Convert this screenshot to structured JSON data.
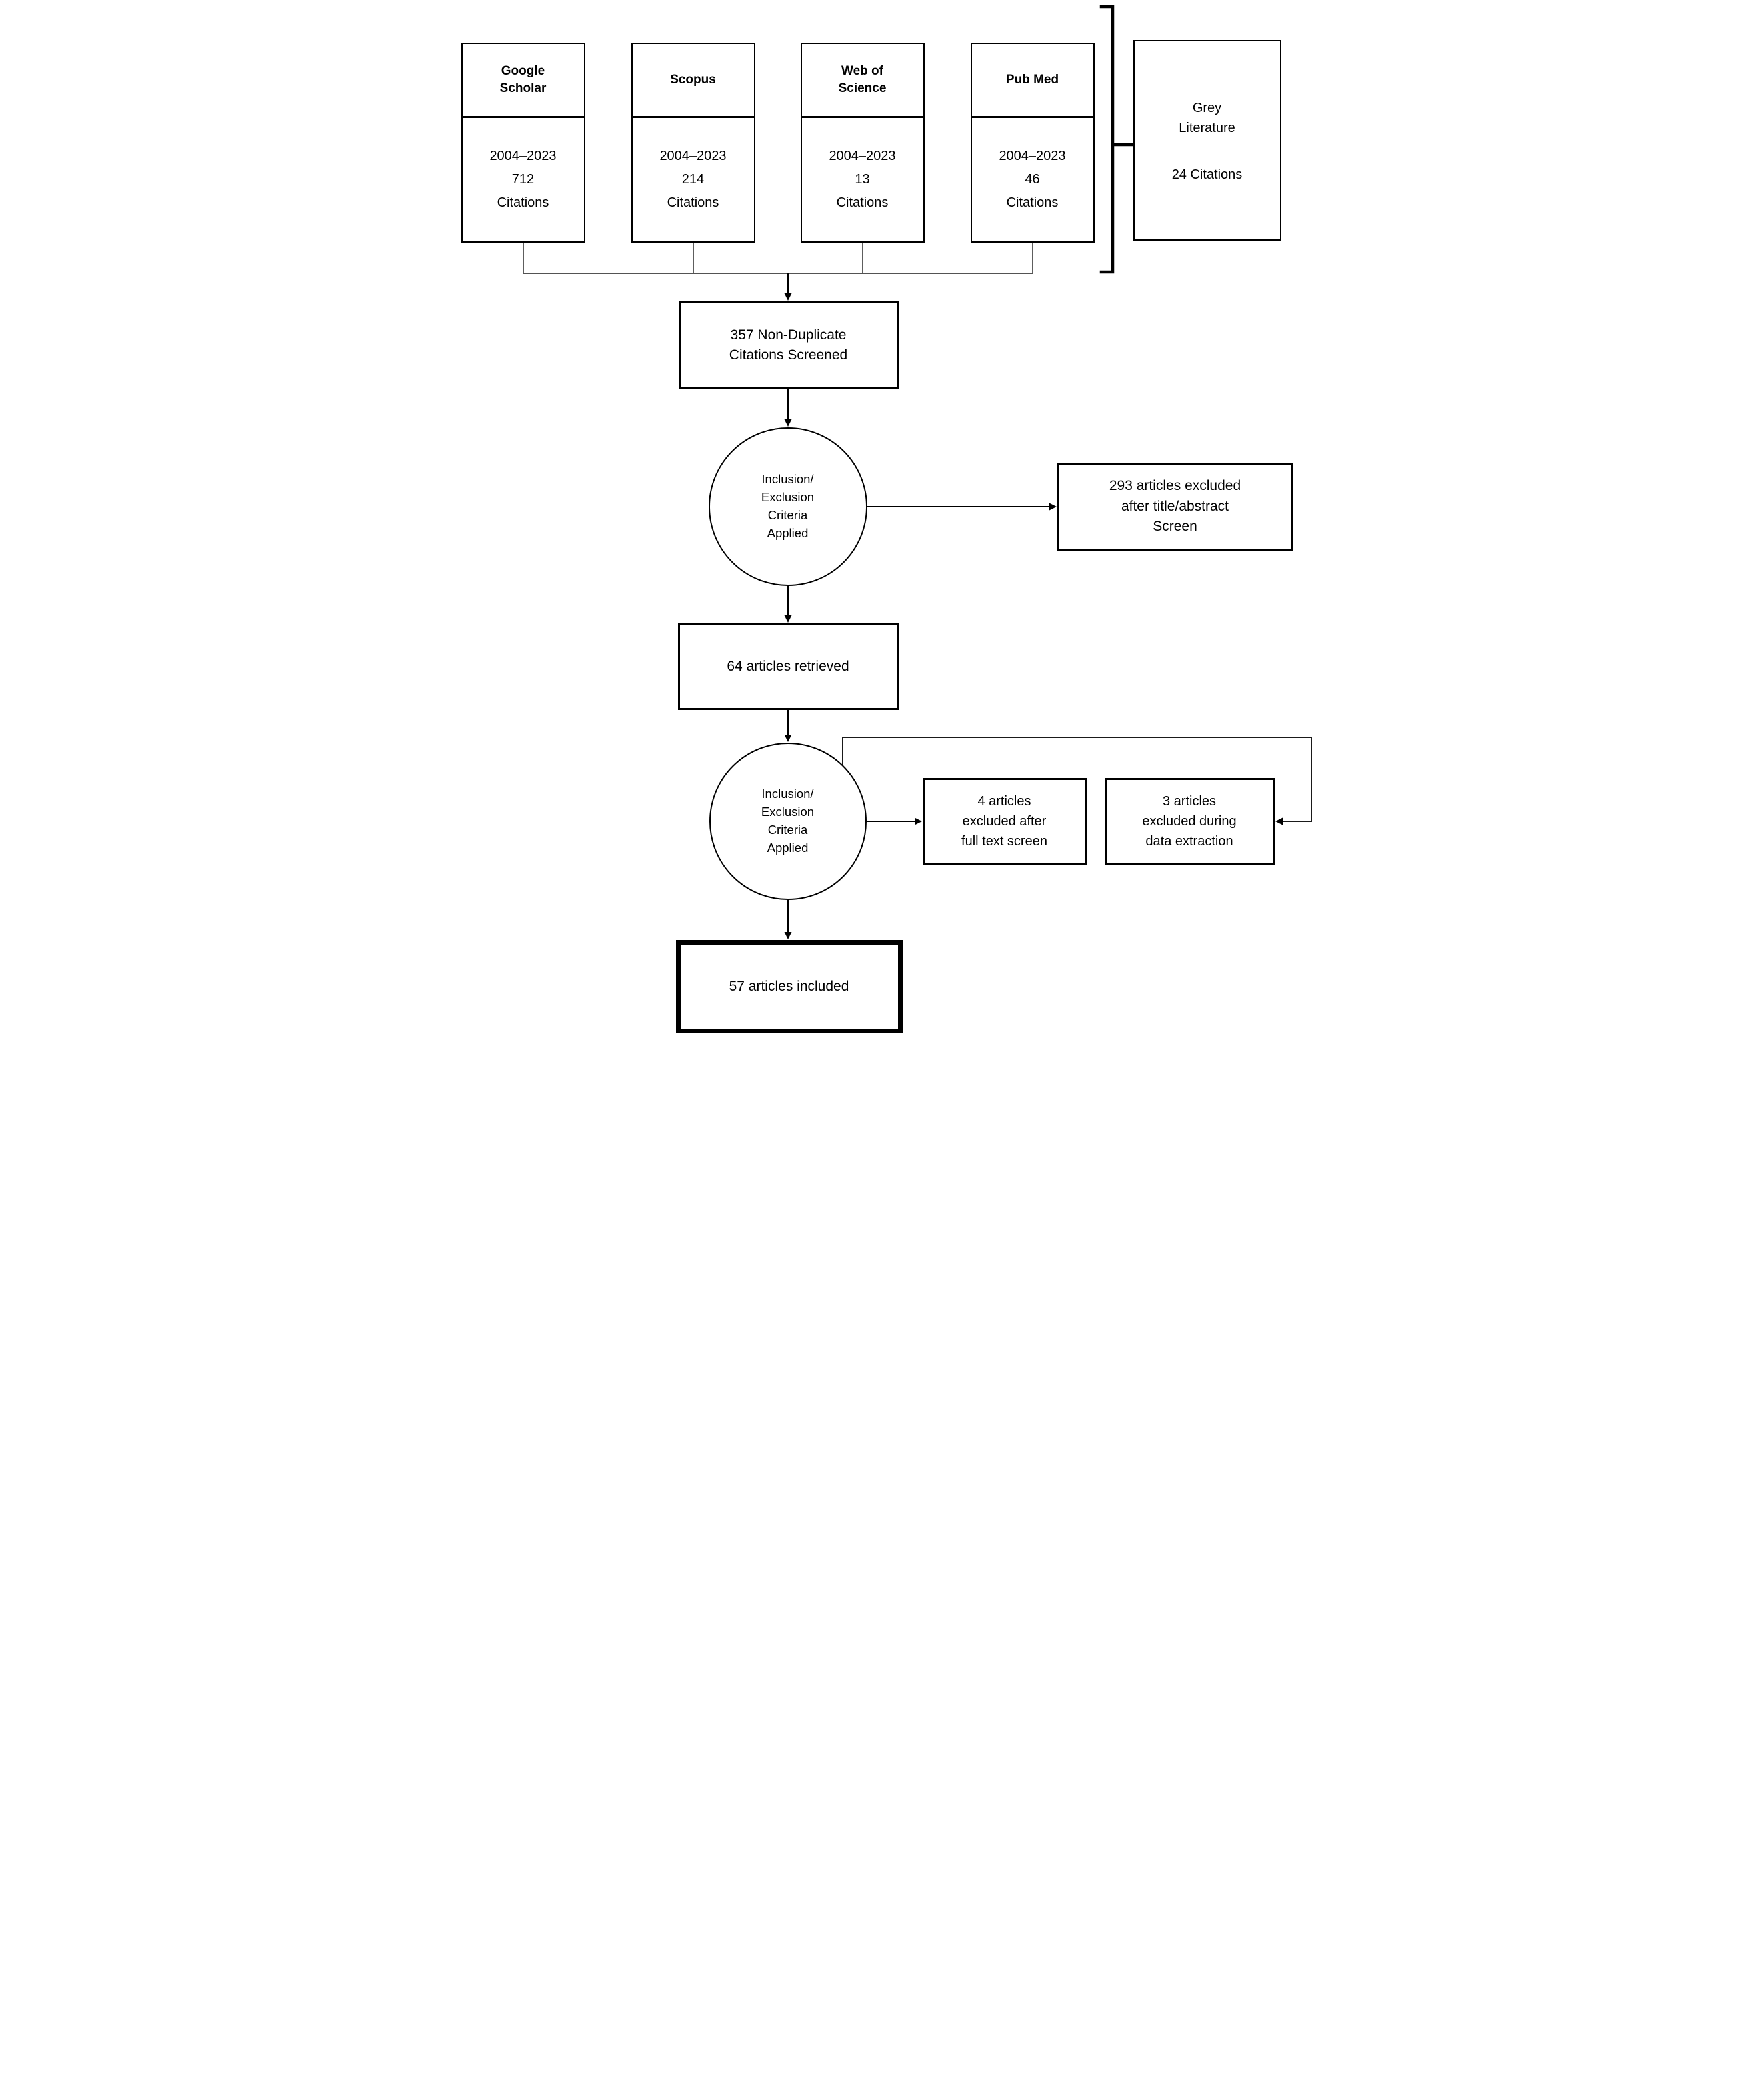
{
  "sources": [
    {
      "name": "Google Scholar",
      "range": "2004–2023",
      "count": "712",
      "unit": "Citations"
    },
    {
      "name": "Scopus",
      "range": "2004–2023",
      "count": "214",
      "unit": "Citations"
    },
    {
      "name": "Web of Science",
      "range": "2004–2023",
      "count": "13",
      "unit": "Citations"
    },
    {
      "name": "Pub Med",
      "range": "2004–2023",
      "count": "46",
      "unit": "Citations"
    }
  ],
  "grey_literature": {
    "name": "Grey Literature",
    "citations": "24 Citations"
  },
  "steps": {
    "screened": "357 Non-Duplicate\nCitations Screened",
    "criteria_first": "Inclusion/\nExclusion\nCriteria\nApplied",
    "excluded_title_abstract": "293 articles excluded\nafter title/abstract\nScreen",
    "retrieved": "64 articles retrieved",
    "criteria_second": "Inclusion/\nExclusion\nCriteria\nApplied",
    "excluded_full_text": "4 articles\nexcluded after\nfull text screen",
    "excluded_data_extraction": "3 articles\nexcluded during\ndata extraction",
    "included": "57 articles included"
  },
  "colors": {
    "line": "#1a1a1a",
    "border": "#000000",
    "background": "#ffffff"
  }
}
